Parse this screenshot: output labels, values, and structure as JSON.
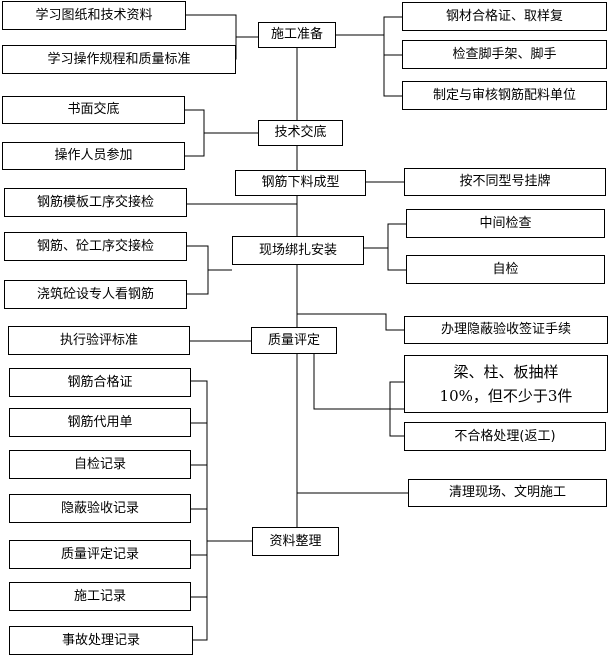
{
  "nodes": {
    "prep": "施工准备",
    "study_drawings": "学习图纸和技术资料",
    "study_rules": "学习操作规程和质量标准",
    "steel_cert": "钢材合格证、取样复",
    "scaffold": "检查脚手架、脚手",
    "rebar_schedule": "制定与审核钢筋配料单位",
    "tech_brief": "技术交底",
    "written_brief": "书面交底",
    "operators": "操作人员参加",
    "cut_form": "钢筋下料成型",
    "tag_by_type": "按不同型号挂牌",
    "formwork_handover": "钢筋模板工序交接检",
    "site_binding": "现场绑扎安装",
    "mid_check": "中间检查",
    "self_check": "自检",
    "concrete_handover": "钢筋、砼工序交接检",
    "pour_watch": "浇筑砼设专人看钢筋",
    "quality_eval": "质量评定",
    "exec_standard": "执行验评标准",
    "concealed_sign": "办理隐蔽验收签证手续",
    "sampling_line1": "梁、柱、板抽样",
    "sampling_line2": "10%，但不少于3件",
    "nonconform": "不合格处理(返工)",
    "cleanup": "清理现场、文明施工",
    "docs": "资料整理",
    "rebar_cert": "钢筋合格证",
    "substitute": "钢筋代用单",
    "self_record": "自检记录",
    "concealed_record": "隐蔽验收记录",
    "quality_record": "质量评定记录",
    "construct_record": "施工记录",
    "accident_record": "事故处理记录"
  }
}
